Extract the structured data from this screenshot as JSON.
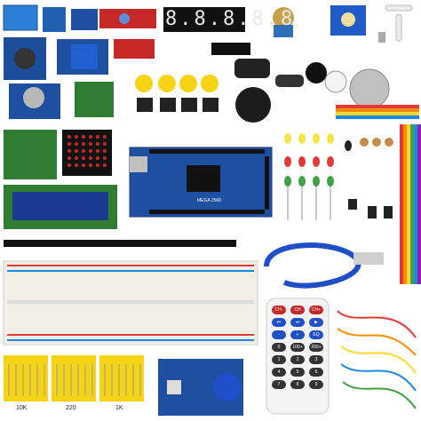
{
  "kit": {
    "segment_display": "8.8.8.8.8",
    "resistor_labels": [
      "10K",
      "220",
      "1K"
    ],
    "mega_label": "MEGA 2560"
  },
  "remote": {
    "buttons": [
      "CH-",
      "CH",
      "CH+",
      "⏮",
      "⏭",
      "▶",
      "-",
      "+",
      "EQ",
      "0",
      "100+",
      "200+",
      "1",
      "2",
      "3",
      "4",
      "5",
      "6",
      "7",
      "8",
      "9"
    ]
  },
  "colors": {
    "pcb_blue": "#1f4fa0",
    "pcb_red": "#c62828",
    "pcb_green": "#2e7d32",
    "lcd_blue": "#1a3a8f",
    "breadboard": "#f2efe6",
    "yellow_cap": "#f5d315"
  }
}
